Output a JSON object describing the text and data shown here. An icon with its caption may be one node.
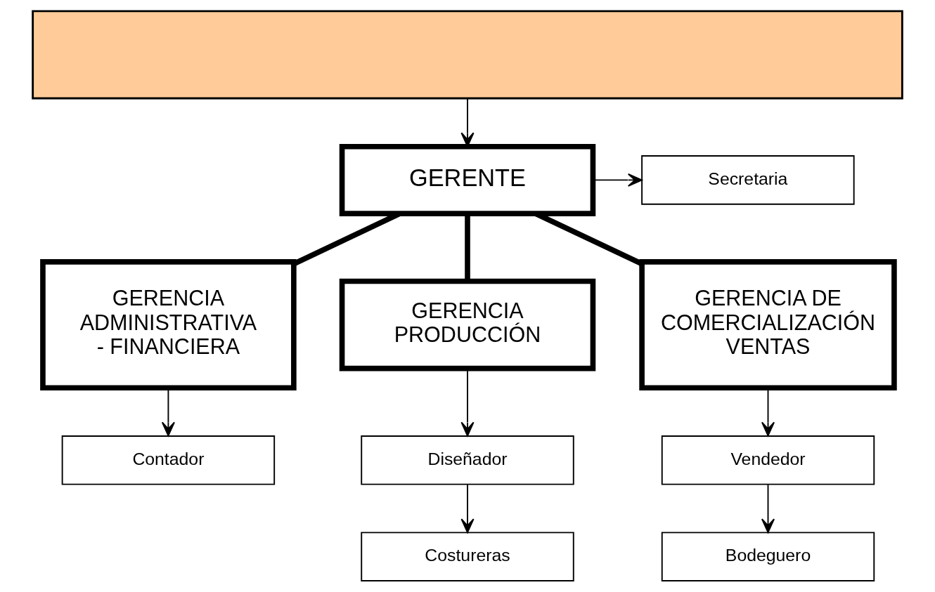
{
  "diagram": {
    "nodes": [
      {
        "text": [],
        "shape": "box"
      },
      {
        "text": [
          "GERENTE"
        ]
      },
      {
        "text": [
          "Secretaria"
        ]
      },
      {
        "text": [
          "GERENCIA ADMINISTRATIVA - FINANCIERA"
        ]
      },
      {
        "text": [
          "GERENCIA PRODUCCIÓN"
        ]
      },
      {
        "text": [
          "GERENCIA DE COMERCIALIZACIÓN VENTAS"
        ]
      },
      {
        "text": [
          "Contador"
        ]
      },
      {
        "text": [
          "Diseñador"
        ]
      },
      {
        "text": [
          "Costureras"
        ]
      },
      {
        "text": [
          "Vendedor"
        ]
      },
      {
        "text": [
          "Bodeguero"
        ]
      }
    ],
    "edges": [
      {
        "from": 0,
        "to": 1,
        "arrow": "to"
      },
      {
        "from": 1,
        "to": 2,
        "arrow": "to"
      },
      {
        "from": 1,
        "to": 3,
        "arrow": "none",
        "style": "thick"
      },
      {
        "from": 1,
        "to": 4,
        "arrow": "none",
        "style": "thick"
      },
      {
        "from": 1,
        "to": 5,
        "arrow": "none",
        "style": "thick"
      },
      {
        "from": 3,
        "to": 6,
        "arrow": "to"
      },
      {
        "from": 4,
        "to": 7,
        "arrow": "to"
      },
      {
        "from": 7,
        "to": 8,
        "arrow": "to"
      },
      {
        "from": 5,
        "to": 9,
        "arrow": "to"
      },
      {
        "from": 9,
        "to": 10,
        "arrow": "to"
      }
    ]
  }
}
